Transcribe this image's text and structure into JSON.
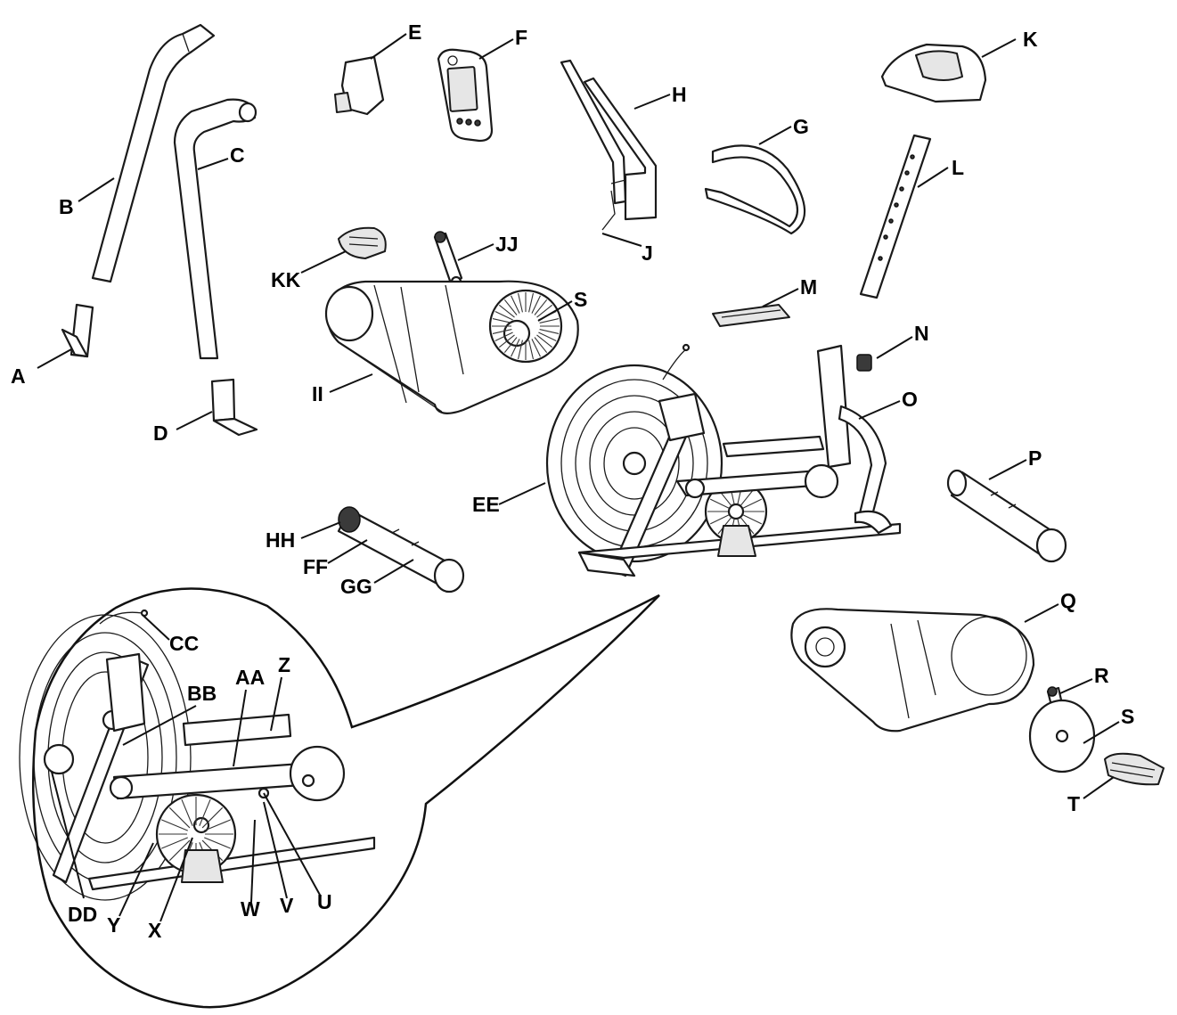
{
  "labels": {
    "A": "A",
    "B": "B",
    "C": "C",
    "D": "D",
    "E": "E",
    "F": "F",
    "G": "G",
    "H": "H",
    "J": "J",
    "K": "K",
    "L": "L",
    "M": "M",
    "N": "N",
    "O": "O",
    "P": "P",
    "Q": "Q",
    "R": "R",
    "S": "S",
    "S2": "S",
    "T": "T",
    "U": "U",
    "V": "V",
    "W": "W",
    "X": "X",
    "Y": "Y",
    "Z": "Z",
    "AA": "AA",
    "BB": "BB",
    "CC": "CC",
    "DD": "DD",
    "EE": "EE",
    "FF": "FF",
    "GG": "GG",
    "HH": "HH",
    "II": "II",
    "JJ": "JJ",
    "KK": "KK"
  },
  "colors": {
    "line": "#1a1a1a",
    "background": "#ffffff",
    "fill_light": "#e6e6e6"
  }
}
